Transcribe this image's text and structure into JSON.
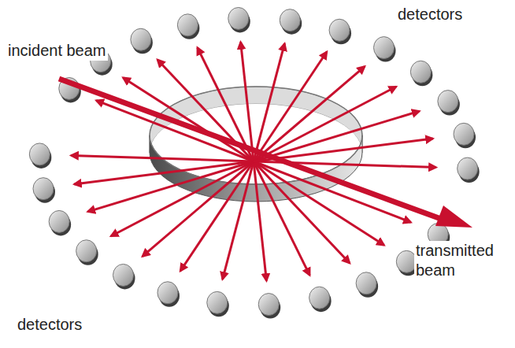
{
  "diagram": {
    "labels": [
      "incident beam",
      "detectors",
      "transmitted beam",
      "detectors"
    ]
  }
}
